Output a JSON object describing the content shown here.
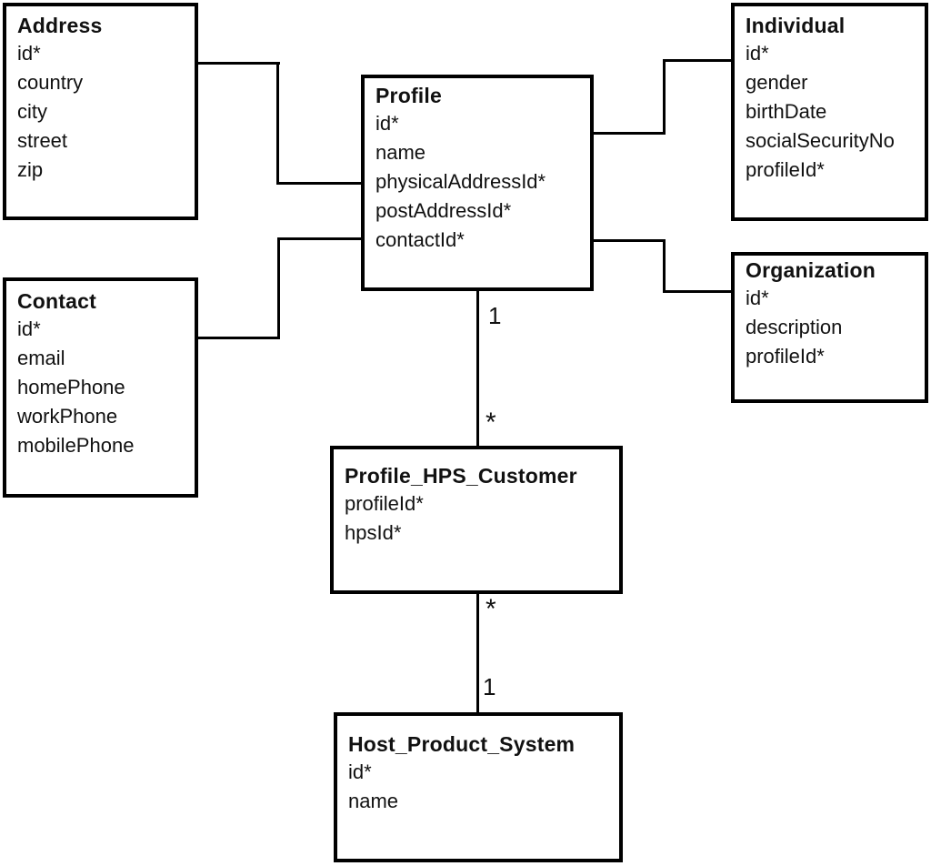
{
  "diagram": {
    "type": "entity-relationship-diagram",
    "colors": {
      "background": "#ffffff",
      "line": "#000000",
      "text": "#111111"
    },
    "entities": [
      {
        "title": "Address",
        "fields": [
          "id*",
          "country",
          "city",
          "street",
          "zip"
        ]
      },
      {
        "title": "Contact",
        "fields": [
          "id*",
          "email",
          "homePhone",
          "workPhone",
          "mobilePhone"
        ]
      },
      {
        "title": "Profile",
        "fields": [
          "id*",
          "name",
          "physicalAddressId*",
          "postAddressId*",
          "contactId*"
        ]
      },
      {
        "title": "Individual",
        "fields": [
          "id*",
          "gender",
          "birthDate",
          "socialSecurityNo",
          "profileId*"
        ]
      },
      {
        "title": "Organization",
        "fields": [
          "id*",
          "description",
          "profileId*"
        ]
      },
      {
        "title": "Profile_HPS_Customer",
        "fields": [
          "profileId*",
          "hpsId*"
        ]
      },
      {
        "title": "Host_Product_System",
        "fields": [
          "id*",
          "name"
        ]
      }
    ],
    "connections": [
      {
        "from": "Address",
        "to": "Profile"
      },
      {
        "from": "Contact",
        "to": "Profile"
      },
      {
        "from": "Profile",
        "to": "Individual"
      },
      {
        "from": "Profile",
        "to": "Organization"
      },
      {
        "from": "Profile",
        "to": "Profile_HPS_Customer",
        "from_label": "1",
        "to_label": "*"
      },
      {
        "from": "Profile_HPS_Customer",
        "to": "Host_Product_System",
        "from_label": "*",
        "to_label": "1"
      }
    ]
  }
}
